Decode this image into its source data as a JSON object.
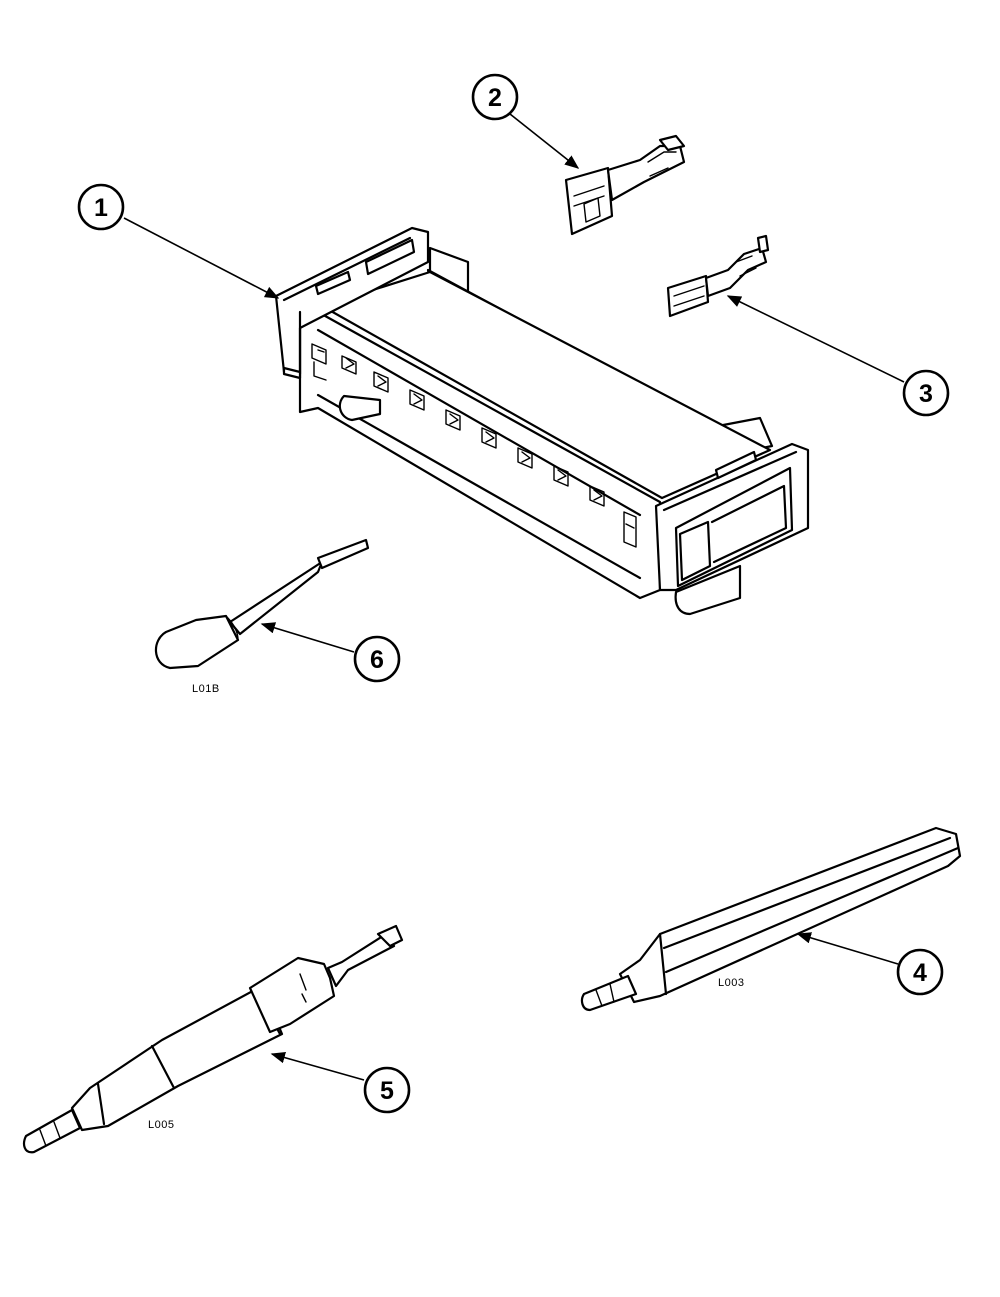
{
  "callouts": [
    {
      "id": "1",
      "label": "1"
    },
    {
      "id": "2",
      "label": "2"
    },
    {
      "id": "3",
      "label": "3"
    },
    {
      "id": "4",
      "label": "4"
    },
    {
      "id": "5",
      "label": "5"
    },
    {
      "id": "6",
      "label": "6"
    }
  ],
  "codes": {
    "tool_6": "L01B",
    "tool_4": "L003",
    "tool_5": "L005"
  },
  "colors": {
    "ink": "#000000",
    "paper": "#ffffff"
  }
}
